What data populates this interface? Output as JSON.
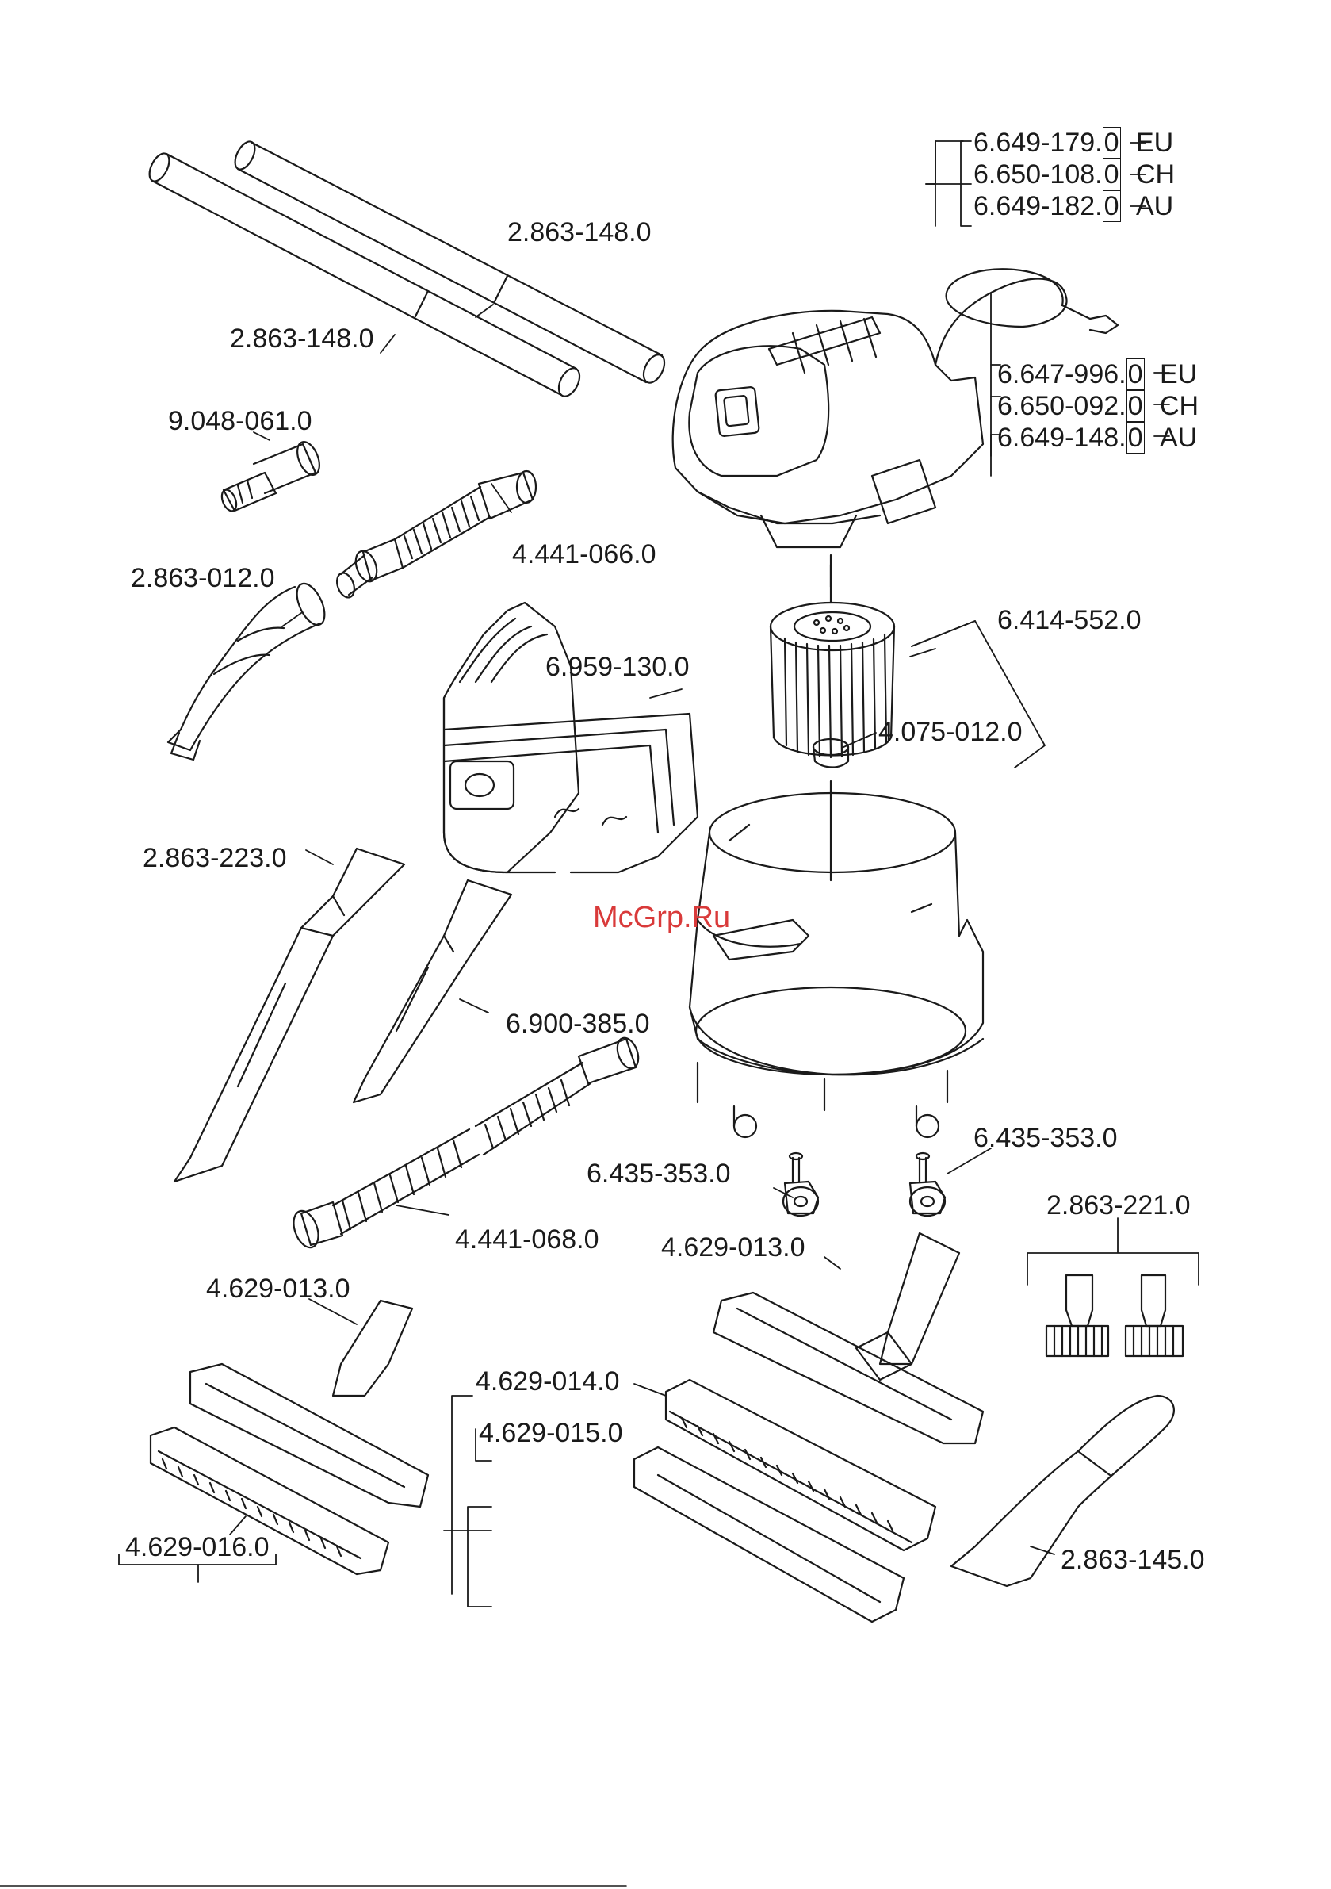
{
  "parts": {
    "tube_upper": "2.863-148.0",
    "tube_lower": "2.863-148.0",
    "adapter": "9.048-061.0",
    "hose_short": "4.441-066.0",
    "elbow": "2.863-012.0",
    "filter_bags": "6.959-130.0",
    "cartridge_filter": "6.414-552.0",
    "filter_nut": "4.075-012.0",
    "crevice_long": "2.863-223.0",
    "crevice_short": "6.900-385.0",
    "hose_long": "4.441-068.0",
    "castor_left": "6.435-353.0",
    "castor_right": "6.435-353.0",
    "brush_set": "2.863-221.0",
    "floor_nozzle_right": "4.629-013.0",
    "floor_nozzle_left": "4.629-013.0",
    "insert_a": "4.629-014.0",
    "insert_b": "4.629-015.0",
    "insert_c": "4.629-016.0",
    "upholstery_nozzle": "2.863-145.0"
  },
  "cable_group": {
    "rows": [
      {
        "prefix": "6.649-179.",
        "digit": "0",
        "country": "EU"
      },
      {
        "prefix": "6.650-108.",
        "digit": "0",
        "country": "CH"
      },
      {
        "prefix": "6.649-182.",
        "digit": "0",
        "country": "AU"
      }
    ]
  },
  "motor_group": {
    "rows": [
      {
        "prefix": "6.647-996.",
        "digit": "0",
        "country": "EU"
      },
      {
        "prefix": "6.650-092.",
        "digit": "0",
        "country": "CH"
      },
      {
        "prefix": "6.649-148.",
        "digit": "0",
        "country": "AU"
      }
    ]
  },
  "watermark": "McGrp.Ru",
  "colors": {
    "line": "#1a1a1a",
    "watermark": "#d93a3a"
  }
}
